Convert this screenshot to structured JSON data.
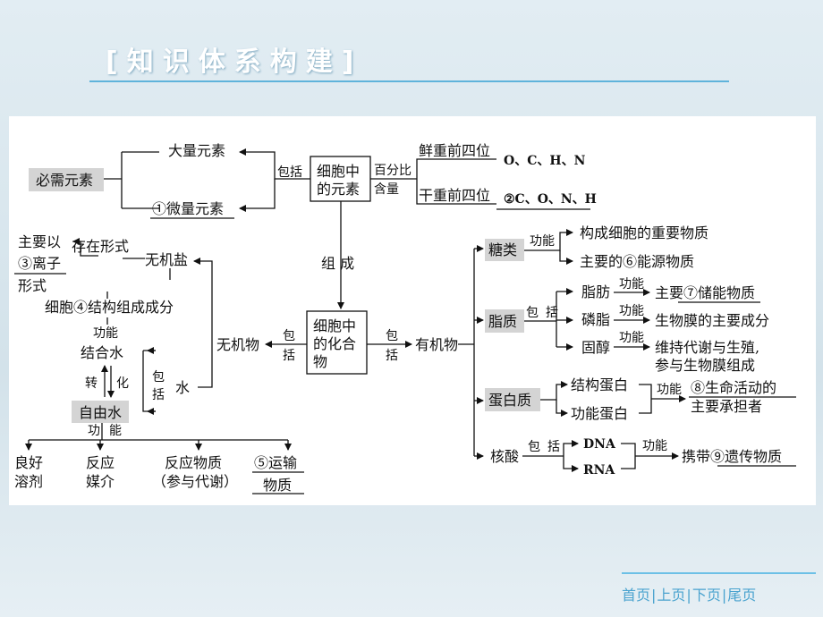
{
  "title": "[知识体系构建]",
  "diagram": {
    "elements_box": [
      "细胞中",
      "的元素"
    ],
    "required_elements": "必需元素",
    "macro": "大量元素",
    "micro": "①微量元素",
    "include": "包括",
    "percent": "百分比",
    "content": "含量",
    "fresh": "鲜重前四位",
    "fresh_val": "O、C、H、N",
    "dry": "干重前四位",
    "dry_val": "②C、O、N、H",
    "compose": "组  成",
    "compound_box": [
      "细胞中",
      "的化合",
      "物"
    ],
    "bao": "包",
    "kuo": "括",
    "inorganic": "无机物",
    "organic": "有机物",
    "salt": "无机盐",
    "salt_form": "存在形式",
    "salt_form_val": [
      "主要以",
      "③离子",
      "形式"
    ],
    "salt_role": "细胞④结构组成成分",
    "water": "水",
    "bound_water": "结合水",
    "free_water": "自由水",
    "function": "功能",
    "gong": "功",
    "neng": "能",
    "zhuan": "转",
    "hua": "化",
    "water_funcs": [
      [
        "良好",
        "溶剂"
      ],
      [
        "反应",
        "媒介"
      ],
      [
        "反应物质",
        "（参与代谢）"
      ],
      [
        "⑤运输",
        "物质"
      ]
    ],
    "sugar": "糖类",
    "sugar_func1": "构成细胞的重要物质",
    "sugar_func2": "主要的⑥能源物质",
    "lipid": "脂质",
    "fat": "脂肪",
    "fat_func": "主要⑦储能物质",
    "phospholipid": "磷脂",
    "phospholipid_func": "生物膜的主要成分",
    "sterol": "固醇",
    "sterol_func": [
      "维持代谢与生殖,",
      "参与生物膜组成"
    ],
    "protein": "蛋白质",
    "struct_protein": "结构蛋白",
    "func_protein": "功能蛋白",
    "protein_func": [
      "⑧生命活动的",
      "主要承担者"
    ],
    "nucleic": "核酸",
    "dna": "DNA",
    "rna": "RNA",
    "nucleic_func": "携带⑨遗传物质"
  },
  "nav": [
    "首页",
    "上页",
    "下页",
    "尾页"
  ]
}
